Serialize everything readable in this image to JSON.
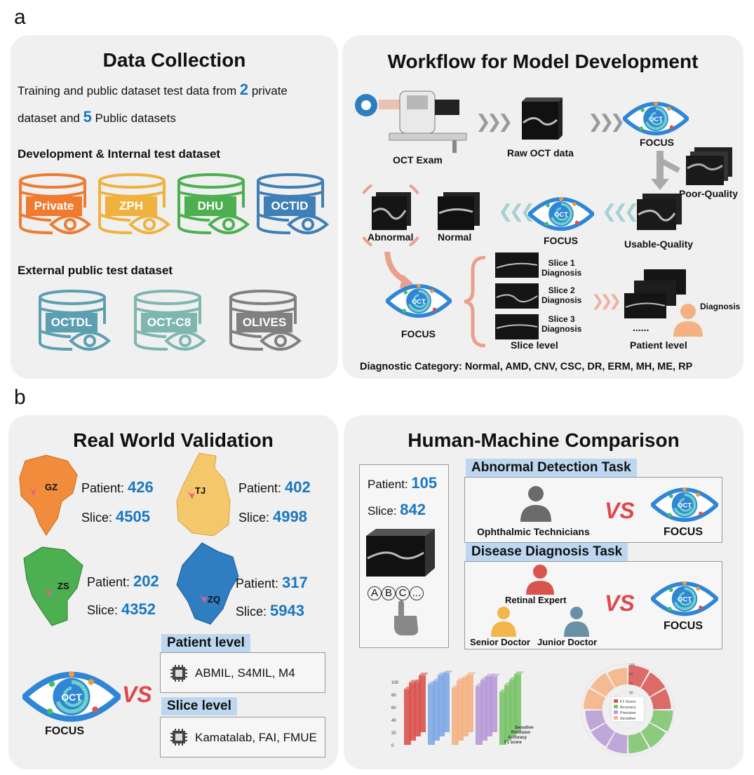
{
  "labels": {
    "a": "a",
    "b": "b"
  },
  "data_collection": {
    "title": "Data Collection",
    "line1_pre": "Training and public dataset test data from ",
    "line1_num": "2",
    "line1_post": " private",
    "line2_pre": "dataset and ",
    "line2_num": "5",
    "line2_post": " Public datasets",
    "dev_header": "Development & Internal test dataset",
    "dev_datasets": [
      "Private",
      "ZPH",
      "DHU",
      "OCTID"
    ],
    "ext_header": "External public test dataset",
    "ext_datasets": [
      "OCTDL",
      "OCT-C8",
      "OLIVES"
    ],
    "colors": {
      "Private": "#ee7b2f",
      "ZPH": "#f0b23e",
      "DHU": "#4caf50",
      "OCTID": "#3f7fb5",
      "OCTDL": "#5b9fb0",
      "OCT-C8": "#7fb6b0",
      "OLIVES": "#808080"
    }
  },
  "workflow": {
    "title": "Workflow for Model Development",
    "oct_exam": "OCT Exam",
    "raw_oct": "Raw OCT data",
    "focus": "FOCUS",
    "poor_quality": "Poor-Quality",
    "usable_quality": "Usable-Quality",
    "abnormal": "Abnormal",
    "normal": "Normal",
    "slice1": "Slice 1\nDiagnosis",
    "slice2": "Slice 2\nDiagnosis",
    "slice3": "Slice 3\nDiagnosis",
    "dots": "......",
    "slice_level": "Slice level",
    "diagnosis": "Diagnosis",
    "patient_level": "Patient level",
    "category": "Diagnostic Category: Normal, AMD, CNV, CSC, DR, ERM, MH, ME, RP",
    "eye_text": "OCT"
  },
  "real_world": {
    "title": "Real World Validation",
    "patient_label": "Patient: ",
    "slice_label": "Slice: ",
    "sites": [
      {
        "code": "GZ",
        "patients": "426",
        "slices": "4505"
      },
      {
        "code": "TJ",
        "patients": "402",
        "slices": "4998"
      },
      {
        "code": "ZS",
        "patients": "202",
        "slices": "4352"
      },
      {
        "code": "ZQ",
        "patients": "317",
        "slices": "5943"
      }
    ],
    "patient_level": "Patient level",
    "patient_methods": "ABMIL, S4MIL, M4",
    "slice_level": "Slice level",
    "slice_methods": "Kamatalab, FAI, FMUE",
    "focus": "FOCUS",
    "vs": "VS"
  },
  "human_machine": {
    "title": "Human-Machine Comparison",
    "patient_label": "Patient: ",
    "patients": "105",
    "slice_label": "Slice: ",
    "slices": "842",
    "options": [
      "A",
      "B",
      "C",
      "..."
    ],
    "task1": "Abnormal Detection Task",
    "technicians": "Ophthalmic Technicians",
    "task2": "Disease Diagnosis Task",
    "retinal_expert": "Retinal Expert",
    "senior_doctor": "Senior Doctor",
    "junior_doctor": "Junior Doctor",
    "focus": "FOCUS",
    "vs": "VS",
    "bar_axis_ticks": [
      "100",
      "80",
      "60",
      "40",
      "20",
      "0"
    ],
    "bar_metric_labels": [
      "Sensitive",
      "Precision",
      "Accuracy",
      "F1 score"
    ],
    "polar_legend": [
      "F1 Score",
      "Accuracy",
      "Precision",
      "Sensitive"
    ],
    "polar_colors": [
      "#d9534f",
      "#7ac36a",
      "#b79ad6",
      "#f4b183"
    ],
    "polar_ticks": [
      "100",
      "80",
      "60",
      "40",
      "20"
    ]
  },
  "chart_data": [
    {
      "type": "bar",
      "categories": [
        "F1 score",
        "Accuracy",
        "Precision",
        "Sensitive"
      ],
      "series": [
        {
          "values": [
            88,
            92,
            86,
            90
          ]
        },
        {
          "values": [
            96,
            94,
            97,
            93
          ]
        },
        {
          "values": [
            90,
            95,
            92,
            91
          ]
        },
        {
          "values": [
            93,
            96,
            95,
            88
          ]
        },
        {
          "values": [
            84,
            88,
            90,
            92
          ]
        }
      ],
      "ylim": [
        0,
        100
      ]
    },
    {
      "type": "bar",
      "categories": [
        "F1 Score",
        "Accuracy",
        "Precision",
        "Sensitive"
      ],
      "series": [
        {
          "name": "F1 Score",
          "values": [
            92,
            88,
            85
          ]
        },
        {
          "name": "Accuracy",
          "values": [
            95,
            90,
            87
          ]
        },
        {
          "name": "Precision",
          "values": [
            88,
            84,
            82
          ]
        },
        {
          "name": "Sensitive",
          "values": [
            90,
            86,
            80
          ]
        }
      ],
      "ylim": [
        0,
        100
      ]
    }
  ]
}
